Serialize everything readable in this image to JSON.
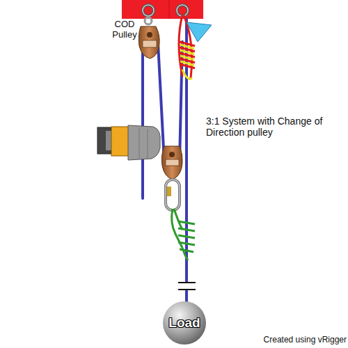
{
  "diagram": {
    "nodes": [
      {
        "text": [
          "Load"
        ]
      }
    ],
    "labels": [
      "COD Pulley",
      "3:1 System with Change of Direction pulley",
      "Created using vRigger"
    ]
  }
}
